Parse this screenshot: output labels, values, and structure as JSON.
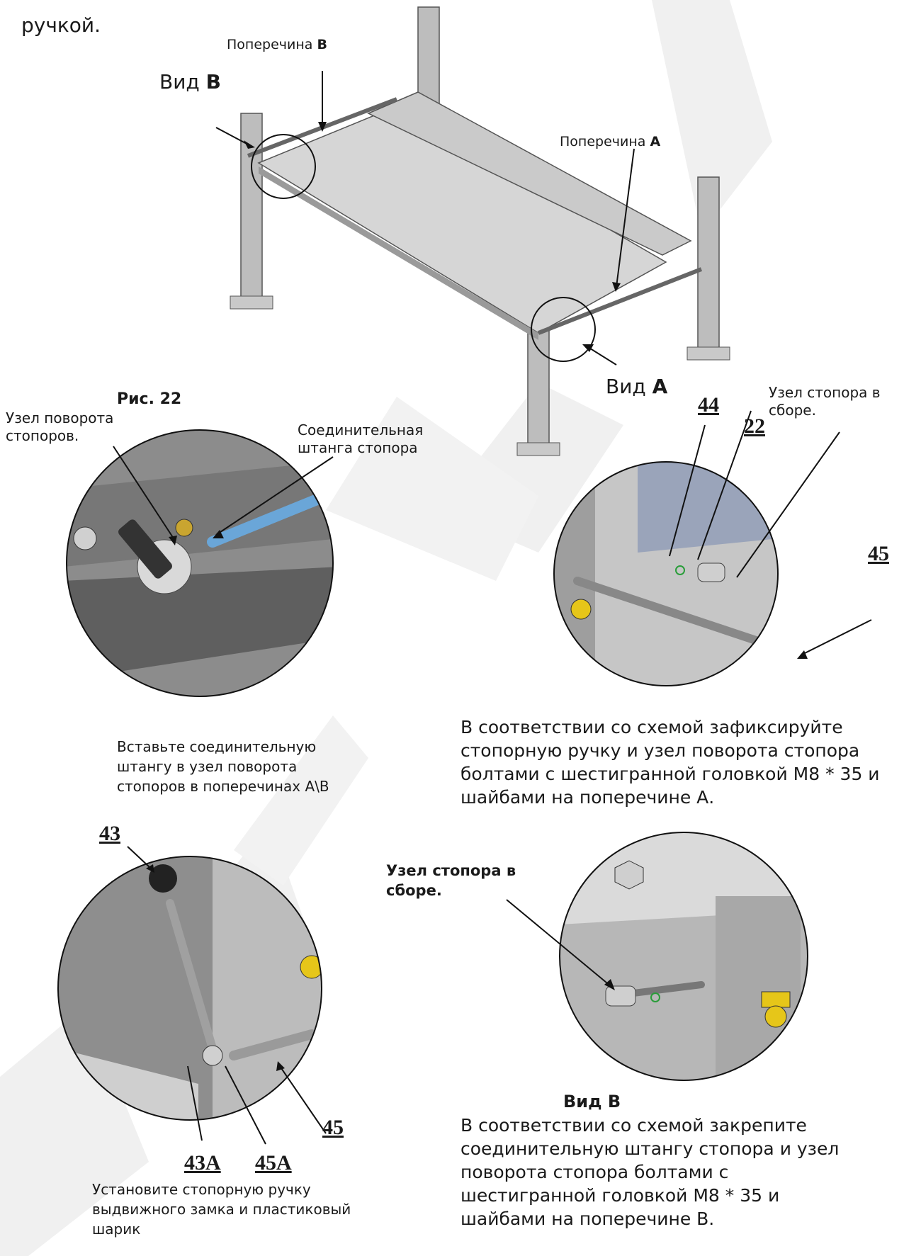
{
  "top_text": "ручкой.",
  "labels": {
    "cross_b_prefix": "Поперечина ",
    "cross_b_letter": "B",
    "view_b_prefix": "Вид ",
    "view_b_letter": "B",
    "cross_a_prefix": "Поперечина ",
    "cross_a_letter": "A",
    "view_a_prefix": "Вид ",
    "view_a_letter": "A",
    "fig_number": "Рис. 22",
    "pivot_line1": "Узел поворота",
    "pivot_line2": "стопоров.",
    "rod_line1": "Соединительная",
    "rod_line2": "штанга стопора",
    "part_44": "44",
    "part_22": "22",
    "lock_asm_line1": "Узел стопора в",
    "lock_asm_line2": "сборе.",
    "part_45_top": "45",
    "part_43": "43",
    "part_43a": "43A",
    "part_45a": "45A",
    "part_45_bottom": "45",
    "lock_asm_b_line1": "Узел стопора в",
    "lock_asm_b_line2": "сборе.",
    "view_b_caption": "Вид B"
  },
  "captions": {
    "insert_rod": [
      "Вставьте соединительную",
      "штангу в узел поворота",
      "стопоров в поперечинах A\\B"
    ],
    "fix_handle": [
      "В соответствии со схемой зафиксируйте",
      "стопорную ручку и узел поворота стопора",
      "болтами с шестигранной головкой M8 * 35 и",
      "шайбами на поперечине А."
    ],
    "install_handle": [
      "Установите стопорную ручку",
      "выдвижного замка и пластиковый",
      "шарик"
    ],
    "attach_rod": [
      "В соответствии со схемой закрепите",
      "соединительную штангу стопора и узел",
      "поворота стопора болтами с",
      "шестигранной головкой M8 * 35 и",
      "шайбами на поперечине В."
    ]
  },
  "colors": {
    "steel": "#a8a8a8",
    "steel_dark": "#6f6f6f",
    "rod_blue": "#6aa6d8",
    "knob_yellow": "#e6c619",
    "watermark": "#ececec"
  }
}
